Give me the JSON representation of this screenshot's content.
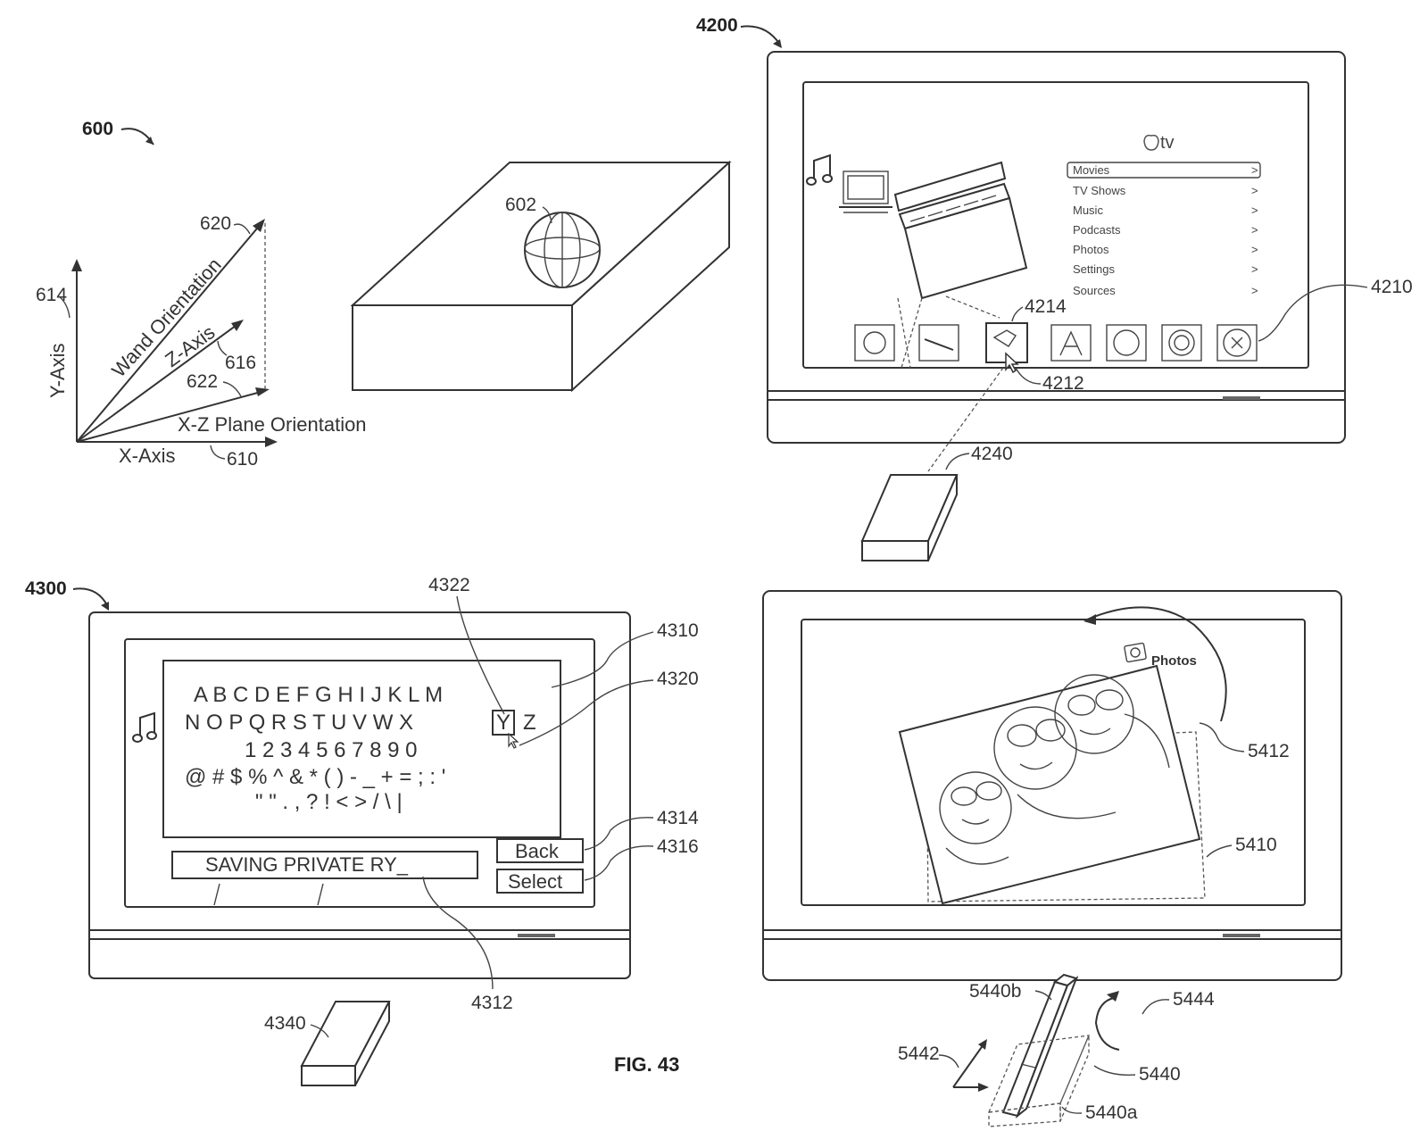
{
  "figure": {
    "caption": "FIG. 43"
  },
  "panel_600": {
    "ref": "600",
    "y_axis": "Y-Axis",
    "x_axis": "X-Axis",
    "z_axis": "Z-Axis",
    "wand_orientation": "Wand Orientation",
    "xz_plane": "X-Z Plane Orientation",
    "refs": {
      "r614": "614",
      "r620": "620",
      "r616": "616",
      "r622": "622",
      "r610": "610",
      "r602": "602"
    }
  },
  "panel_4200": {
    "ref": "4200",
    "logo": "tv",
    "menu": [
      "Movies",
      "TV Shows",
      "Music",
      "Podcasts",
      "Photos",
      "Settings",
      "Sources"
    ],
    "menu_chevron": ">",
    "refs": {
      "r4214": "4214",
      "r4212": "4212",
      "r4210": "4210",
      "r4240": "4240"
    }
  },
  "panel_4300": {
    "ref": "4300",
    "keyboard_rows": [
      "A B C D E F G H I J K L M",
      "N O P Q R S T U V W X",
      "1 2 3 4 5 6 7 8 9 0",
      "@ # $ % ^ & * ( ) - _ + = ; : '",
      "\" \" . , ? ! < > / \\ |"
    ],
    "highlighted_key": "Y",
    "after_key": "Z",
    "search_text": "SAVING PRIVATE RY_",
    "back_button": "Back",
    "select_button": "Select",
    "refs": {
      "r4322": "4322",
      "r4310": "4310",
      "r4320": "4320",
      "r4314": "4314",
      "r4316": "4316",
      "r4312": "4312",
      "r4340": "4340"
    }
  },
  "panel_5400": {
    "photos_label": "Photos",
    "refs": {
      "r5412": "5412",
      "r5410": "5410",
      "r5440b": "5440b",
      "r5444": "5444",
      "r5442": "5442",
      "r5440": "5440",
      "r5440a": "5440a"
    }
  }
}
